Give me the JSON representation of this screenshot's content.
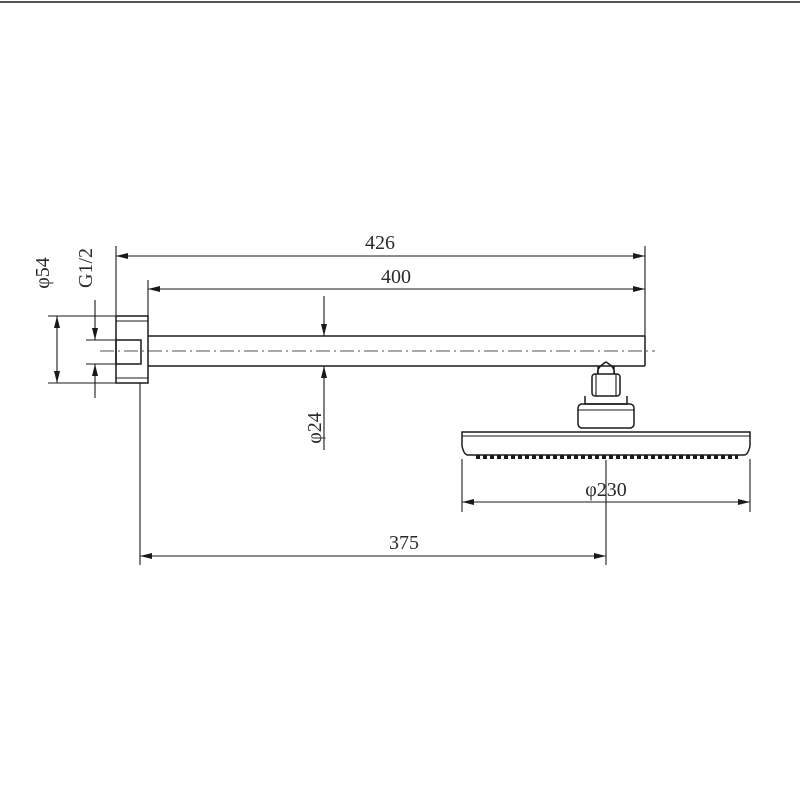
{
  "drawing": {
    "colors": {
      "line": "#1a1a1a",
      "text": "#2a2a2a",
      "background": "#ffffff"
    },
    "dimensions": {
      "overall_length": "426",
      "arm_length": "400",
      "projection": "375",
      "flange_diameter": "φ54",
      "thread": "G1/2",
      "arm_diameter": "φ24",
      "head_diameter": "φ230"
    }
  }
}
